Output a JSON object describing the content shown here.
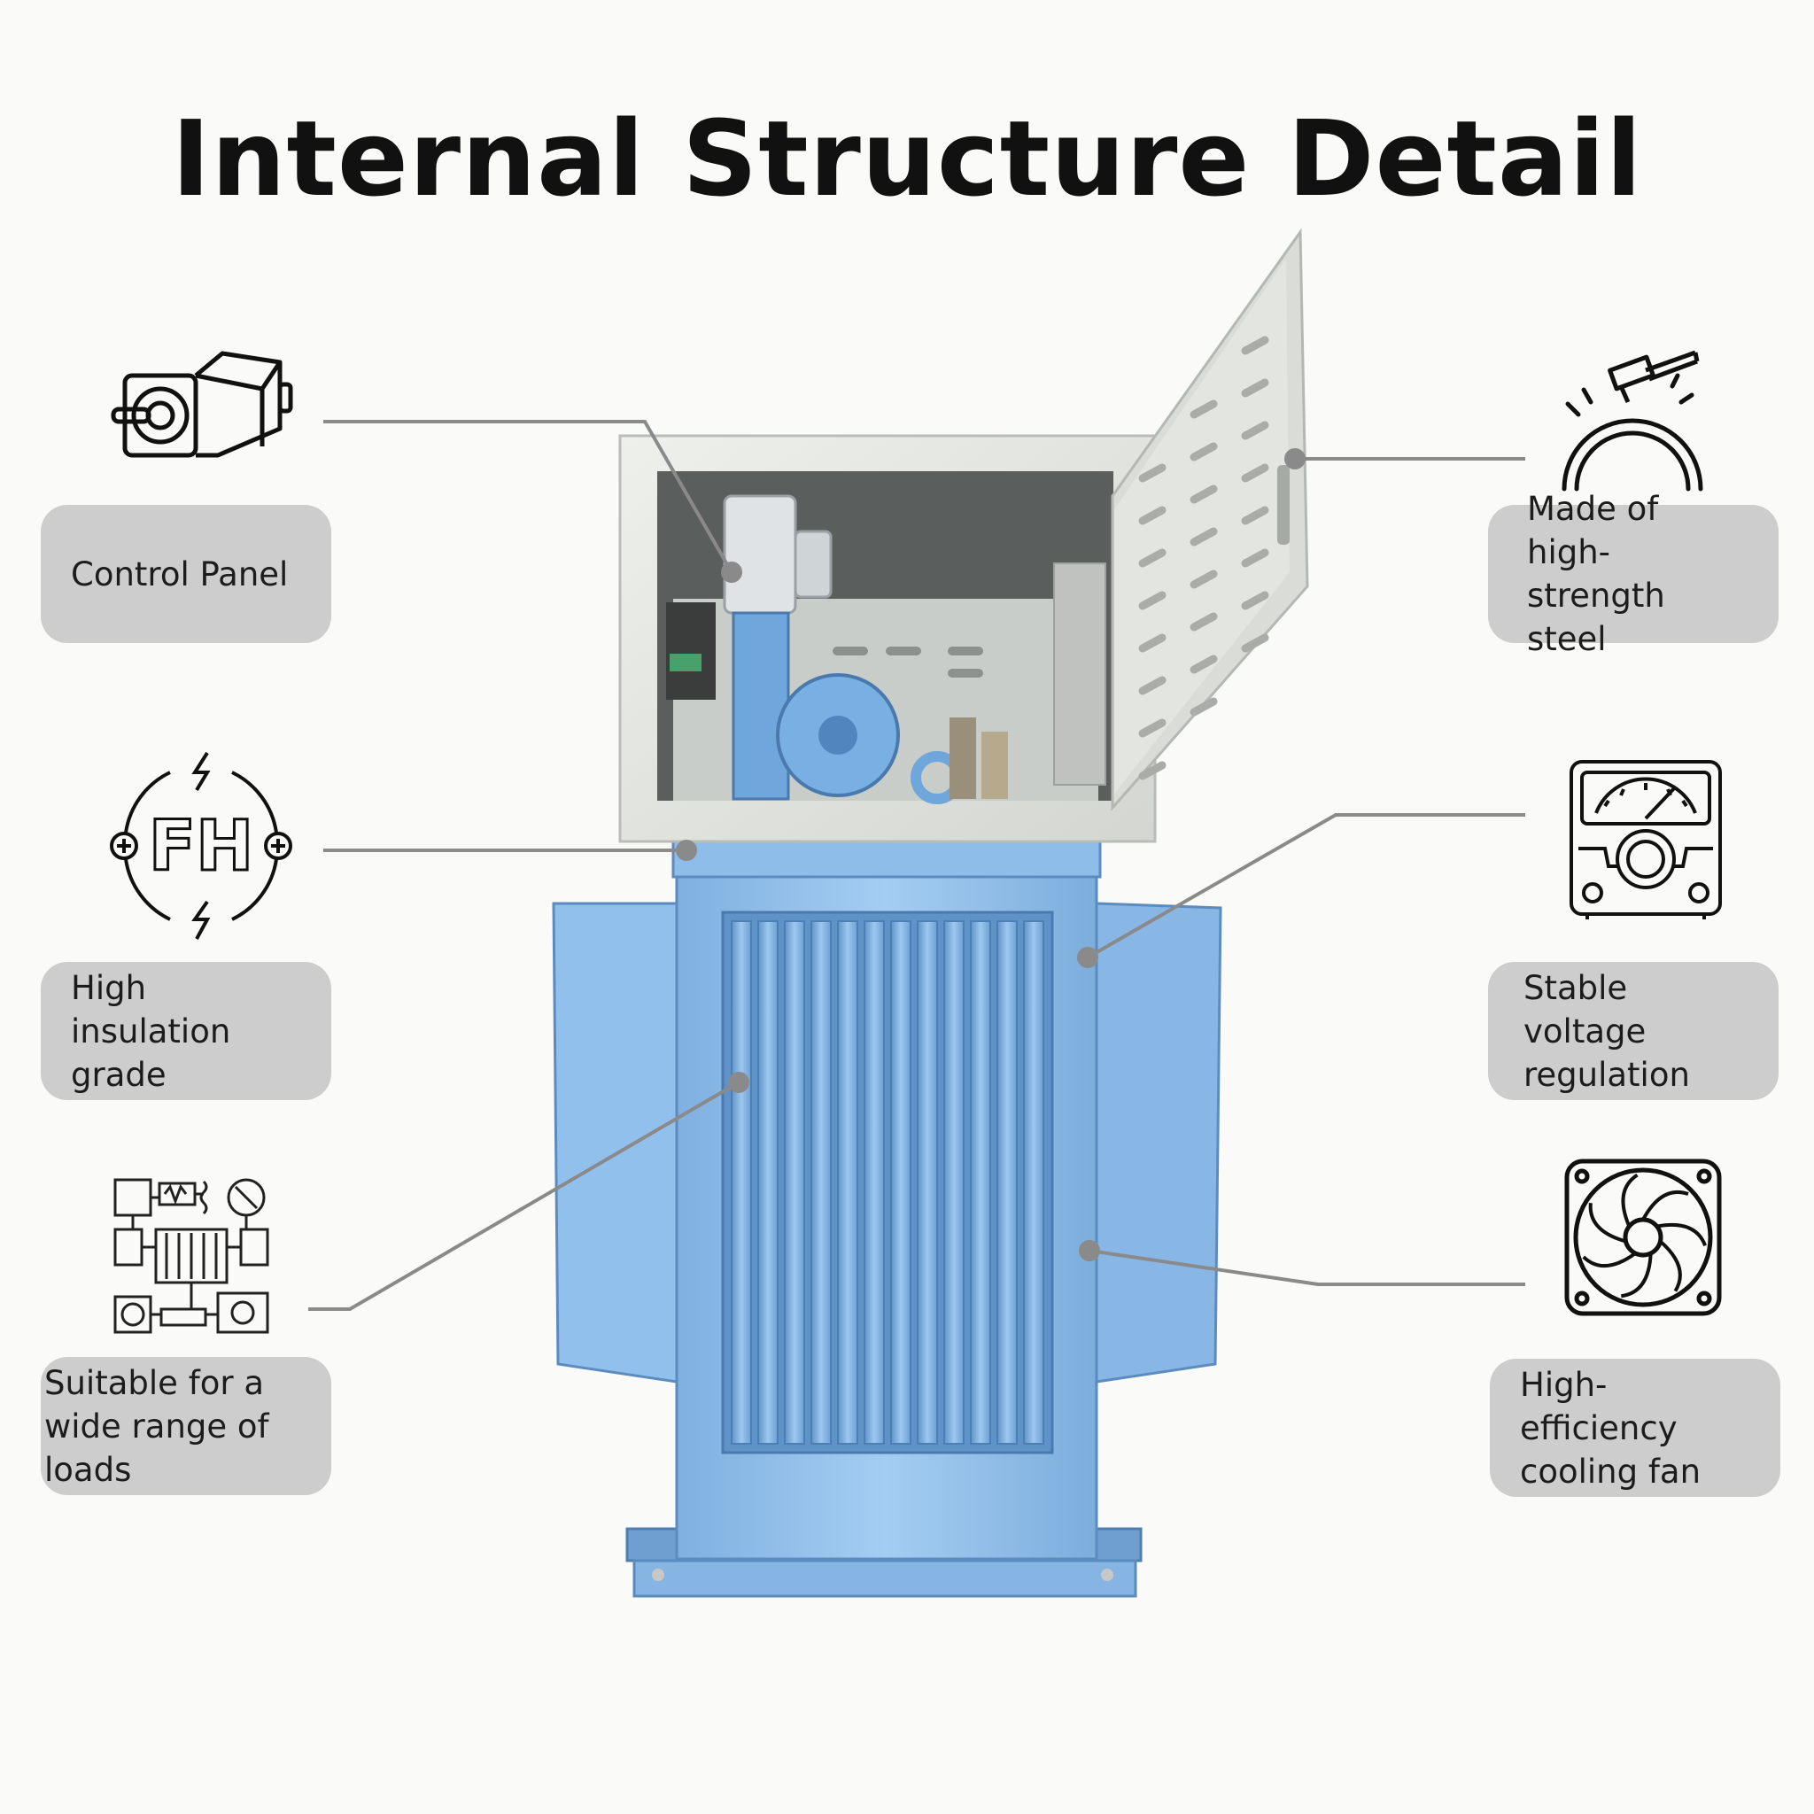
{
  "title": "Internal Structure Detail",
  "features": {
    "control_panel": "Control Panel",
    "insulation": "High insulation grade",
    "loads": "Suitable for a wide range of loads",
    "steel": "Made of high-strength steel",
    "regulation": "Stable voltage regulation",
    "cooling": "High-efficiency cooling fan"
  },
  "logo": {
    "text": "FH"
  },
  "icons": {
    "control_panel": "servo-motor-icon",
    "insulation": "fh-logo-icon",
    "loads": "circuit-diagram-icon",
    "steel": "hammer-steel-icon",
    "regulation": "voltmeter-icon",
    "cooling": "cooling-fan-icon"
  },
  "colors": {
    "background": "#fafaf8",
    "pill": "#cdcdcd",
    "transformer_blue": "#8fbce8",
    "cabinet": "#e3e5e1",
    "leader_line": "#8a8a8a"
  }
}
